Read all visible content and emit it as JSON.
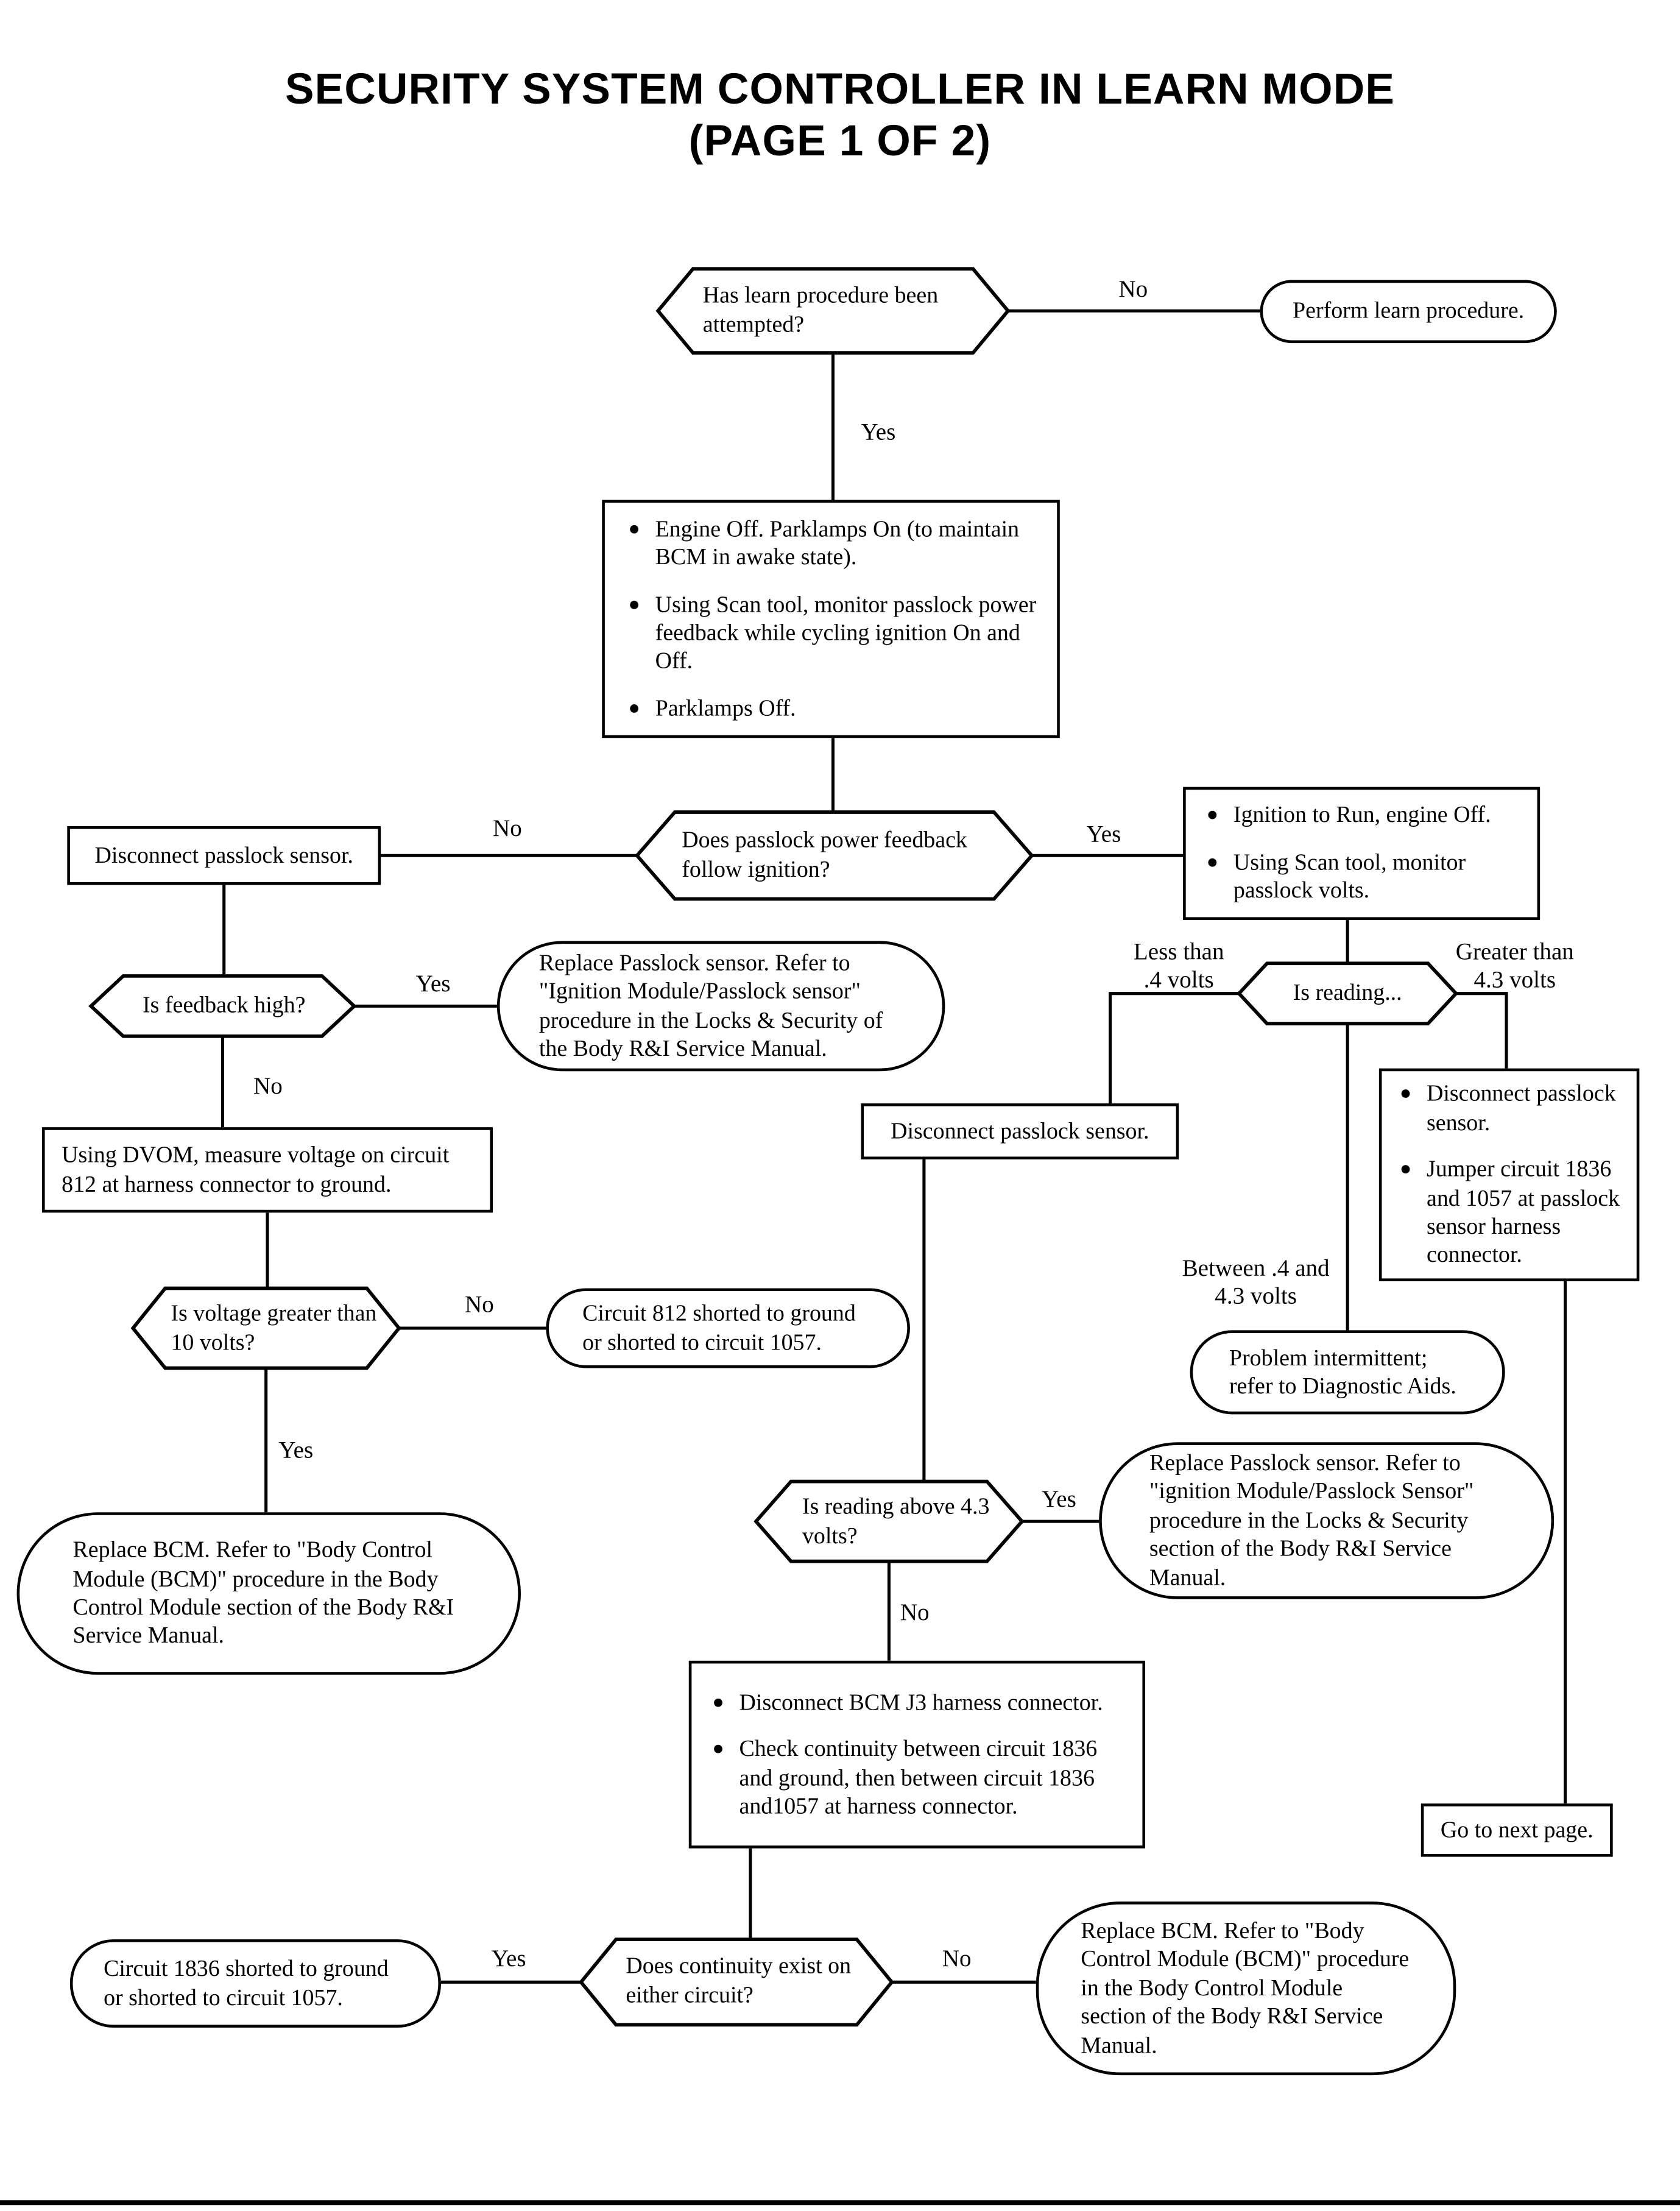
{
  "title": {
    "line1": "SECURITY SYSTEM CONTROLLER IN LEARN MODE",
    "line2": "(PAGE 1 OF 2)"
  },
  "colors": {
    "line": "#000000",
    "background": "#ffffff"
  },
  "nodes": {
    "has_learn_attempted": {
      "text": "Has learn procedure been attempted?"
    },
    "perform_learn": {
      "text": "Perform learn procedure."
    },
    "setup_steps": {
      "bullets": [
        "Engine Off.  Parklamps On (to maintain BCM in awake state).",
        "Using Scan tool, monitor passlock power feedback while cycling ignition On and Off.",
        "Parklamps Off."
      ]
    },
    "feedback_follow_ignition": {
      "text": "Does passlock power feedback follow ignition?"
    },
    "disconnect_sensor_left": {
      "text": "Disconnect passlock sensor."
    },
    "ignition_run_steps": {
      "bullets": [
        "Ignition to Run,  engine Off.",
        "Using Scan tool, monitor passlock volts."
      ]
    },
    "is_feedback_high": {
      "text": "Is feedback high?"
    },
    "replace_sensor_left": {
      "text": "Replace Passlock sensor. Refer to \"Ignition Module/Passlock sensor\" procedure in the Locks & Security of the Body R&I Service Manual."
    },
    "measure_circuit_812": {
      "text": "Using DVOM, measure voltage on circuit 812 at harness connector to ground."
    },
    "voltage_gt_10": {
      "text": "Is voltage greater than 10 volts?"
    },
    "circuit_812_shorted": {
      "text": "Circuit 812 shorted to ground or shorted to circuit 1057."
    },
    "replace_bcm_left": {
      "text": "Replace BCM. Refer to \"Body Control Module (BCM)\" procedure in the Body Control Module section of the Body R&I Service Manual."
    },
    "is_reading": {
      "text": "Is reading..."
    },
    "disconnect_sensor_mid": {
      "text": "Disconnect passlock sensor."
    },
    "jumper_steps": {
      "bullets": [
        "Disconnect passlock sensor.",
        "Jumper circuit 1836 and 1057 at passlock sensor harness connector."
      ]
    },
    "problem_intermittent": {
      "text": "Problem intermittent; refer to Diagnostic Aids."
    },
    "reading_above_43": {
      "text": "Is reading above 4.3 volts?"
    },
    "replace_sensor_right": {
      "text": "Replace Passlock sensor. Refer to \"ignition Module/Passlock Sensor\" procedure in the Locks & Security section of the Body R&I Service Manual."
    },
    "check_continuity_steps": {
      "bullets": [
        "Disconnect BCM J3 harness connector.",
        "Check continuity between circuit 1836 and ground, then between circuit 1836 and1057 at harness connector."
      ]
    },
    "go_next_page": {
      "text": "Go to next page."
    },
    "continuity_exist": {
      "text": "Does continuity exist on either circuit?"
    },
    "circuit_1836_shorted": {
      "text": "Circuit 1836 shorted to ground or shorted to circuit 1057."
    },
    "replace_bcm_right": {
      "text": "Replace BCM. Refer to \"Body Control Module (BCM)\" procedure in the Body Control Module section of the Body R&I Service Manual."
    }
  },
  "labels": {
    "yes": "Yes",
    "no": "No",
    "less_than": "Less than .4 volts",
    "greater_than": "Greater than 4.3 volts",
    "between": "Between .4 and 4.3 volts"
  }
}
